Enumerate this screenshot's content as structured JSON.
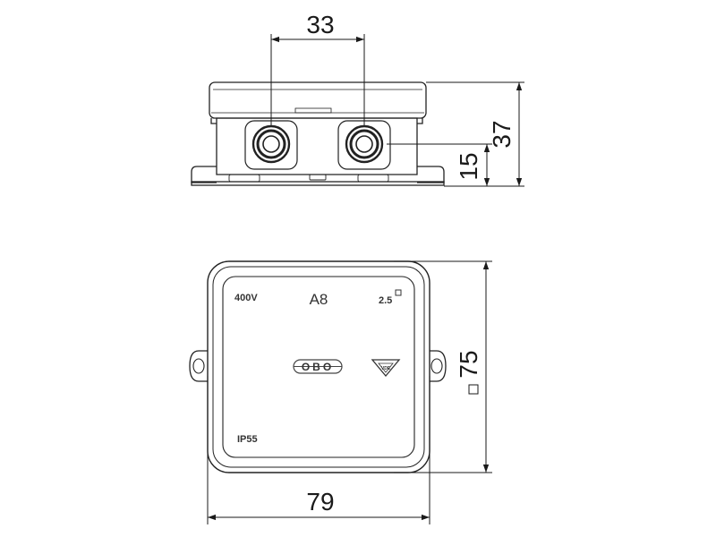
{
  "dimensions": {
    "top_width": "33",
    "side_height": "37",
    "side_offset": "15",
    "plan_width": "79",
    "plan_height": "75"
  },
  "lid_markings": {
    "voltage": "400V",
    "model": "A8",
    "cross_section": "2.5",
    "protection": "IP55",
    "brand": "OBO",
    "approval": "VDE"
  },
  "icons": {
    "square_symbol": "square-symbol-icon",
    "brand_logo": "obo-logo-icon",
    "approval_mark": "vde-mark-icon"
  }
}
